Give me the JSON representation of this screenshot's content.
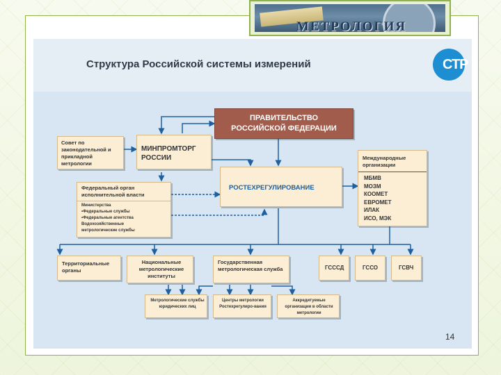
{
  "banner": {
    "text": "МЕТРОЛОГИЯ"
  },
  "title": "Структура Российской системы измерений",
  "logo": {
    "text": "СТР"
  },
  "boxes": {
    "government": "ПРАВИТЕЛЬСТВО РОССИЙСКОЙ ФЕДЕРАЦИИ",
    "council": "Совет по законодательной и прикладной метрологии",
    "minpromtorg": "МИНПРОМТОРГ РОССИИ",
    "rostekh": "РОСТЕХРЕГУЛИРОВАНИЕ",
    "federal_organ": "Федеральный орган исполнительной власти",
    "federal_list": [
      "Министерства",
      "•Федеральные службы",
      "•Федеральные агентства",
      "Водохозяйственные",
      "метрологические службы"
    ],
    "intl_header": "Международные организации",
    "intl_list": [
      "МБМВ",
      "МОЗМ",
      "КООМЕТ",
      "ЕВРОМЕТ",
      "ИЛАК",
      "ИСО, МЭК"
    ],
    "territorial": "Территориальные органы",
    "national": "Национальные метрологические институты",
    "state_service": "Государственная метрологическая служба",
    "gsssd": "ГСССД",
    "gsso": "ГССО",
    "gsvch": "ГСВЧ",
    "legal_services": "Метрологические службы юридических лиц",
    "centers": "Центры метрологии Ростехрегулиро-вания",
    "accredited": "Аккредитуемые организации в области метрологии"
  },
  "page_number": "14",
  "colors": {
    "box_fill": "#fbeed4",
    "gov_fill": "#a25c4c",
    "line": "#1e5fa0",
    "diagram_bg": "#d7e6f2"
  }
}
